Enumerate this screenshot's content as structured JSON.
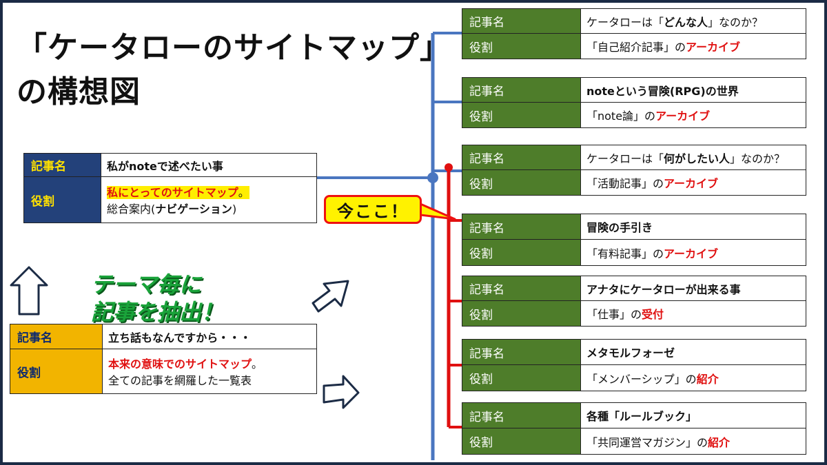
{
  "title": {
    "line1": "「ケータローのサイトマップ」",
    "line2": "の構想図"
  },
  "field_labels": {
    "article": "記事名",
    "role": "役割"
  },
  "main_card": {
    "article": "私がnoteで述べたい事",
    "role_highlight": "私にとってのサイトマップ",
    "role_highlight_tail": "。",
    "role_line2_a": "総合案内(",
    "role_line2_b": "ナビゲーション",
    "role_line2_c": ")"
  },
  "source_card": {
    "article": "立ち話もなんですから・・・",
    "role_highlight": "本来の意味でのサイトマップ",
    "role_highlight_tail": "。",
    "role_line2": "全ての記事を網羅した一覧表"
  },
  "slogan": {
    "line1": "テーマ毎に",
    "line2": "記事を抽出！"
  },
  "callout": "今ここ！",
  "articles": [
    {
      "title_a": "ケータローは「",
      "title_b": "どんな人",
      "title_c": "」なのか？",
      "role_a": "「自己紹介記事」の",
      "role_b": "アーカイブ"
    },
    {
      "title_a": "",
      "title_b": "noteという冒険(RPG)の世界",
      "title_c": "",
      "role_a": "「note論」の",
      "role_b": "アーカイブ"
    },
    {
      "title_a": "ケータローは「",
      "title_b": "何がしたい人",
      "title_c": "」なのか？",
      "role_a": "「活動記事」の",
      "role_b": "アーカイブ"
    },
    {
      "title_a": "",
      "title_b": "冒険の手引き",
      "title_c": "",
      "role_a": "「有料記事」の",
      "role_b": "アーカイブ"
    },
    {
      "title_a": "",
      "title_b": "アナタにケータローが出来る事",
      "title_c": "",
      "role_a": "「仕事」の",
      "role_b": "受付"
    },
    {
      "title_a": "",
      "title_b": "メタモルフォーゼ",
      "title_c": "",
      "role_a": "「メンバーシップ」の",
      "role_b": "紹介"
    },
    {
      "title_a": "",
      "title_b": "各種「ルールブック」",
      "title_c": "",
      "role_a": "「共同運営マガジン」の",
      "role_b": "紹介"
    }
  ],
  "colors": {
    "label_green": "#4e7d2a",
    "trunk_blue": "#4a76c0",
    "branch_red": "#e01010",
    "navy": "#23417a",
    "gold": "#f2b400",
    "highlight": "#ffee00"
  }
}
